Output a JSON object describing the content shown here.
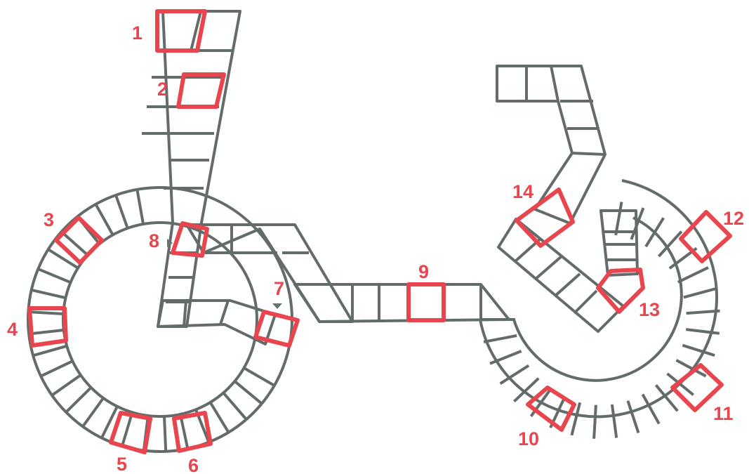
{
  "puzzle": {
    "title": "",
    "marked_squares": [
      {
        "label": "1"
      },
      {
        "label": "2"
      },
      {
        "label": "3"
      },
      {
        "label": "4"
      },
      {
        "label": "5"
      },
      {
        "label": "6"
      },
      {
        "label": "7"
      },
      {
        "label": "8"
      },
      {
        "label": "9"
      },
      {
        "label": "10"
      },
      {
        "label": "11"
      },
      {
        "label": "12"
      },
      {
        "label": "13"
      },
      {
        "label": "14"
      }
    ],
    "colors": {
      "grid": "#636b6b",
      "highlight": "#e8454e",
      "background": "#ffffff"
    }
  }
}
